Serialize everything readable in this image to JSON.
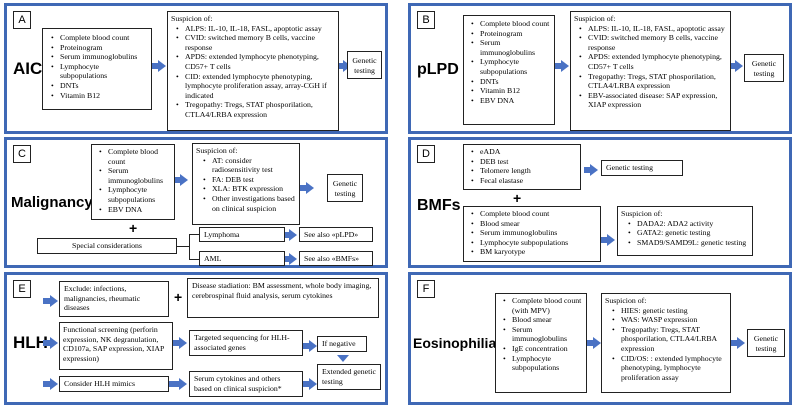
{
  "A": {
    "tag": "A",
    "label": "AIC",
    "tests": [
      "Complete blood count",
      "Proteinogram",
      "Serum immunoglobulins",
      "Lymphocyte subpopulations",
      "DNTs",
      "Vitamin B12"
    ],
    "suspicion_title": "Suspicion of:",
    "suspicions": [
      "ALPS: IL-10, IL-18, FASL, apoptotic assay",
      "CVID: switched memory B cells, vaccine response",
      "APDS: extended lymphocyte phenotyping, CD57+ T cells",
      "CID: extended lymphocyte phenotyping, lymphocyte proliferation assay, array-CGH if indicated",
      "Tregopathy: Tregs, STAT phosporilation, CTLA4/LRBA expression"
    ],
    "genetic": "Genetic testing"
  },
  "B": {
    "tag": "B",
    "label": "pLPD",
    "tests": [
      "Complete blood count",
      "Proteinogram",
      "Serum immunoglobulins",
      "Lymphocyte subpopulations",
      "DNTs",
      "Vitamin B12",
      "EBV DNA"
    ],
    "suspicion_title": "Suspicion of:",
    "suspicions": [
      "ALPS: IL-10, IL-18, FASL, apoptotic assay",
      "CVID: switched memory B cells, vaccine response",
      "APDS: extended lymphocyte phenotyping, CD57+ T cells",
      "Tregopathy: Tregs, STAT phosporilation, CTLA4/LRBA expression",
      "EBV-associated disease: SAP expression, XIAP expression"
    ],
    "genetic": "Genetic testing"
  },
  "C": {
    "tag": "C",
    "label": "Malignancy",
    "tests": [
      "Complete blood count",
      "Serum immunoglobulins",
      "Lymphocyte subpopulations",
      "EBV DNA"
    ],
    "suspicion_title": "Suspicion of:",
    "suspicions": [
      "AT: consider radiosensitivity test",
      "FA: DEB test",
      "XLA: BTK expression",
      "Other investigations based on clinical suspicion"
    ],
    "genetic": "Genetic testing",
    "plus": "+",
    "special": "Special considerations",
    "lymphoma": "Lymphoma",
    "aml": "AML",
    "see_plpd": "See also «pLPD»",
    "see_bmfs": "See also «BMFs»"
  },
  "D": {
    "tag": "D",
    "label": "BMFs",
    "tests_top": [
      "eADA",
      "DEB test",
      "Telomere length",
      "Fecal elastase"
    ],
    "genetic_top": "Genetic testing",
    "plus": "+",
    "tests_bottom": [
      "Complete blood count",
      "Blood smear",
      "Serum immunoglobulins",
      "Lymphocyte subpopulations",
      "BM karyotype"
    ],
    "suspicion_title": "Suspicion of:",
    "suspicions": [
      "DADA2: ADA2 activity",
      "GATA2: genetic testing",
      "SMAD9/SAMD9L: genetic testing"
    ]
  },
  "E": {
    "tag": "E",
    "label": "HLH",
    "exclude": "Exclude: infections, malignancies, rheumatic diseases",
    "plus": "+",
    "staging": "Disease stadiation: BM assessment, whole body imaging, cerebrospinal fluid analysis, serum cytokines",
    "functional": "Functional screening (perforin expression, NK degranulation, CD107a, SAP expression, XIAP expression)",
    "targeted": "Targeted sequencing for HLH-associated genes",
    "if_negative": "If negative",
    "mimics": "Consider HLH mimics",
    "cytokines": "Serum cytokines and others based on clinical suspicion*",
    "extended": "Extended genetic testing"
  },
  "F": {
    "tag": "F",
    "label": "Eosinophilia",
    "tests": [
      "Complete blood count (with MPV)",
      "Blood smear",
      "Serum immunoglobulins",
      "IgE concentration",
      "Lymphocyte subpopulations"
    ],
    "suspicion_title": "Suspicion of:",
    "suspicions": [
      "HIES: genetic testing",
      "WAS: WASP expression",
      "Tregopathy: Tregs, STAT phosporilation, CTLA4/LRBA expression",
      "CID/OS: : extended lymphocyte phenotyping, lymphocyte proliferation assay"
    ],
    "genetic": "Genetic testing"
  },
  "colors": {
    "border": "#3f68b5",
    "arrow": "#4a72c4"
  }
}
